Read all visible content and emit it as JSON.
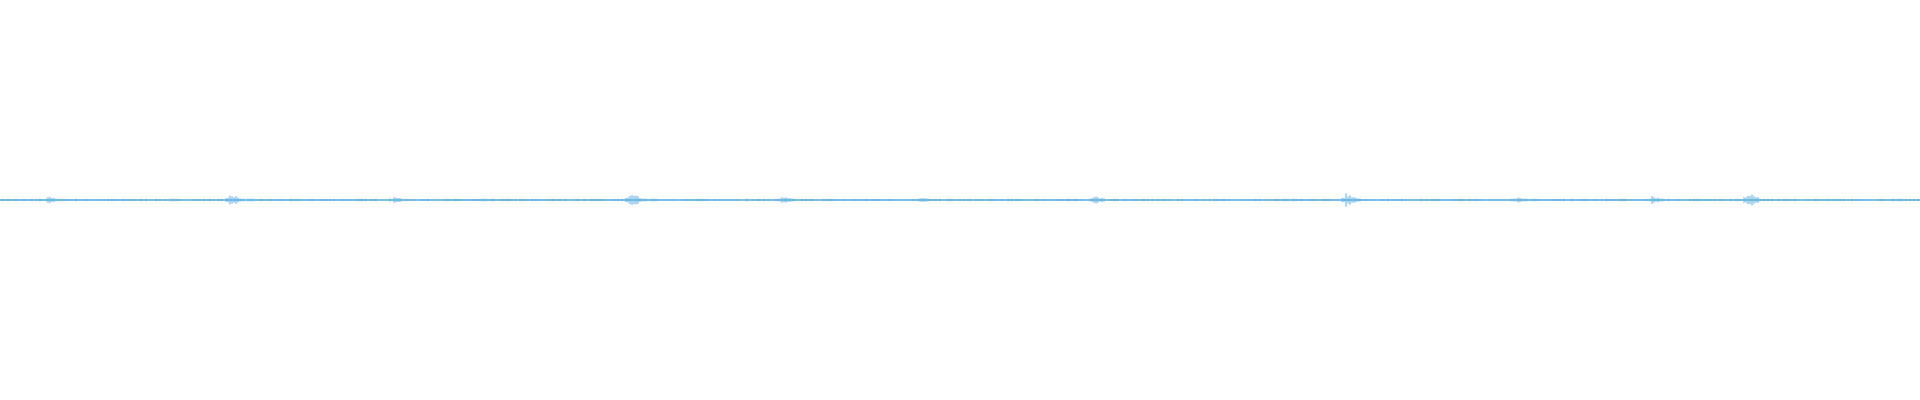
{
  "waveform": {
    "color": "#5aaee0",
    "bursts": [
      {
        "t": 0.025,
        "amp": 0.35
      },
      {
        "t": 0.119,
        "amp": 0.75
      },
      {
        "t": 0.205,
        "amp": 0.35
      },
      {
        "t": 0.308,
        "amp": 0.15
      },
      {
        "t": 0.328,
        "amp": 0.75
      },
      {
        "t": 0.407,
        "amp": 0.4
      },
      {
        "t": 0.479,
        "amp": 0.3
      },
      {
        "t": 0.569,
        "amp": 0.5
      },
      {
        "t": 0.683,
        "amp": 0.15
      },
      {
        "t": 0.701,
        "amp": 0.75
      },
      {
        "t": 0.79,
        "amp": 0.4
      },
      {
        "t": 0.823,
        "amp": 0.15
      },
      {
        "t": 0.86,
        "amp": 0.4
      },
      {
        "t": 0.91,
        "amp": 0.75
      }
    ]
  }
}
